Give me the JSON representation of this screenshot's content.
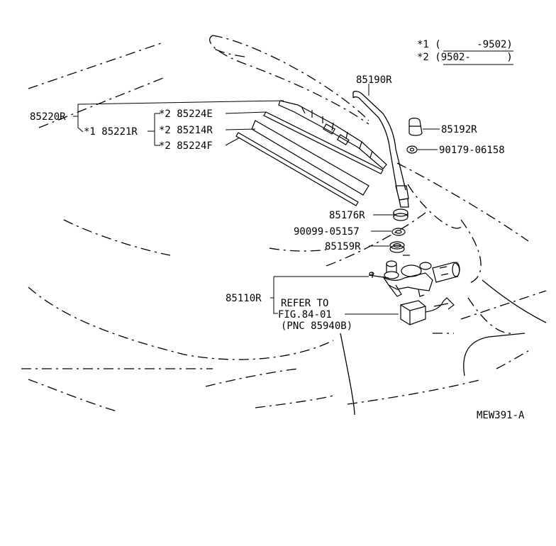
{
  "legend": {
    "row1": "*1 (      -9502)",
    "row2": "*2 (9502-      )"
  },
  "parts": {
    "p85190r": "85190R",
    "p85220r": "85220R",
    "p85221r": "*1 85221R",
    "p85224e": "*2 85224E",
    "p85214r": "*2 85214R",
    "p85224f": "*2 85224F",
    "p85192r": "85192R",
    "p90179": "90179-06158",
    "p85176r": "85176R",
    "p90099": "90099-05157",
    "p85159r": "85159R",
    "p85110r": "85110R"
  },
  "refer": {
    "line1": "REFER TO",
    "line2": "FIG.84-01",
    "line3": "(PNC 85940B)"
  },
  "diagram_code": "MEW391-A"
}
